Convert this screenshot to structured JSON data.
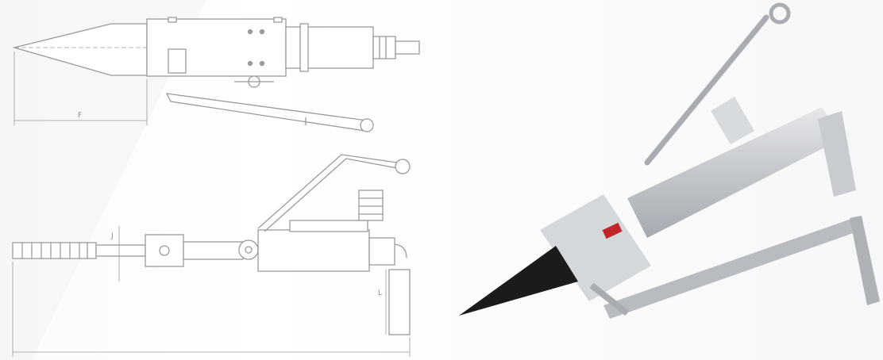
{
  "drawing": {
    "top_view": {
      "dimension_label": "F"
    },
    "side_view": {
      "dimension_label": "J",
      "height_label": "L"
    }
  },
  "colors": {
    "background": "#fbfbfc",
    "line": "#9a9a9a",
    "tool_metal": "#c9ccd0",
    "wedge": "#1b1b1b",
    "label_red": "#c0262a"
  }
}
